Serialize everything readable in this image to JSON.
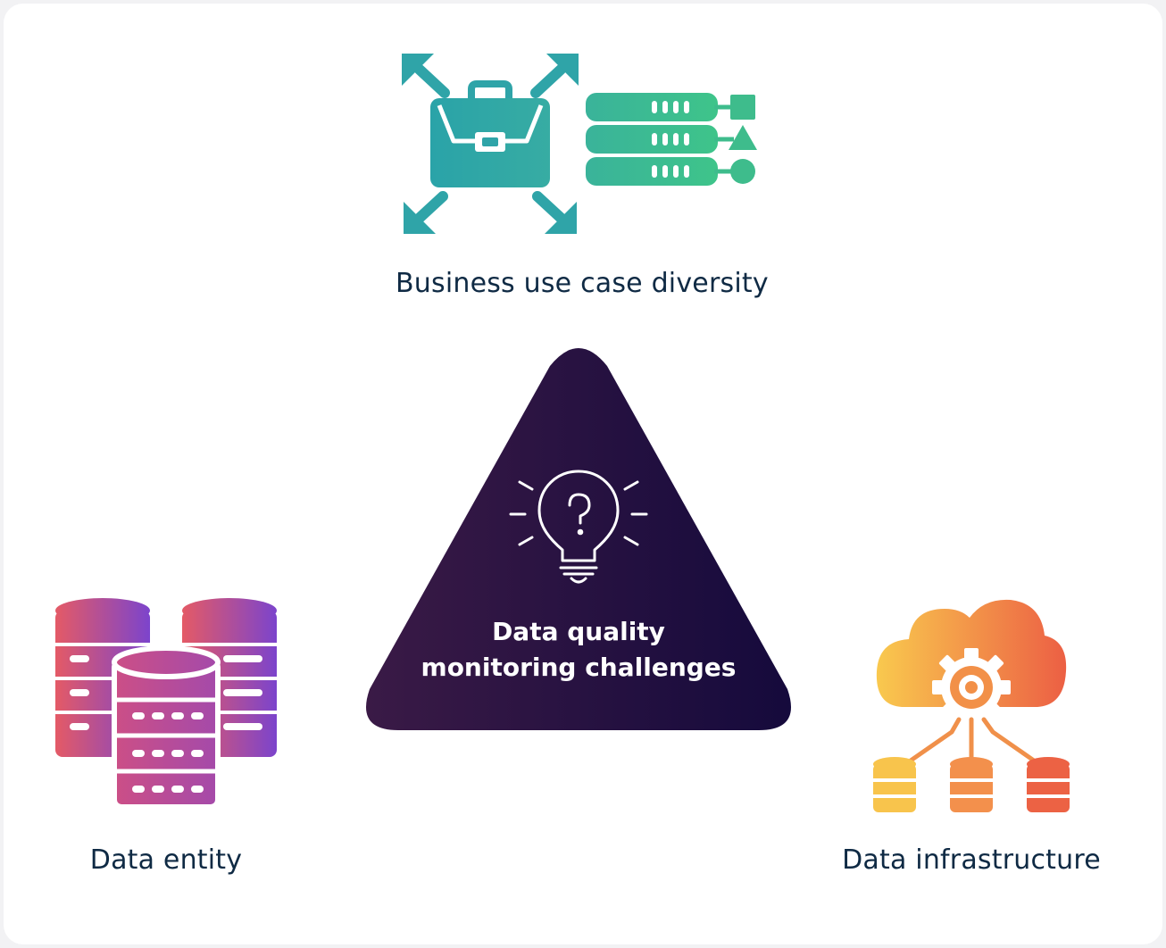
{
  "diagram": {
    "center": {
      "line1": "Data quality",
      "line2": "monitoring challenges",
      "icon": "lightbulb-question-icon"
    },
    "nodes": [
      {
        "label": "Business use case diversity",
        "icon": "briefcase-server-icon"
      },
      {
        "label": "Data entity",
        "icon": "database-stack-icon"
      },
      {
        "label": "Data infrastructure",
        "icon": "cloud-gear-database-icon"
      }
    ]
  },
  "colors": {
    "label_text": "#0f2a44",
    "triangle_start": "#3a1a46",
    "triangle_end": "#150a3c",
    "teal": "#2fa4a8",
    "green": "#3ebc8c",
    "entity_red": "#e05a6a",
    "entity_purple": "#7e45c8",
    "infra_yellow": "#f8c850",
    "infra_orange": "#ec6040"
  }
}
